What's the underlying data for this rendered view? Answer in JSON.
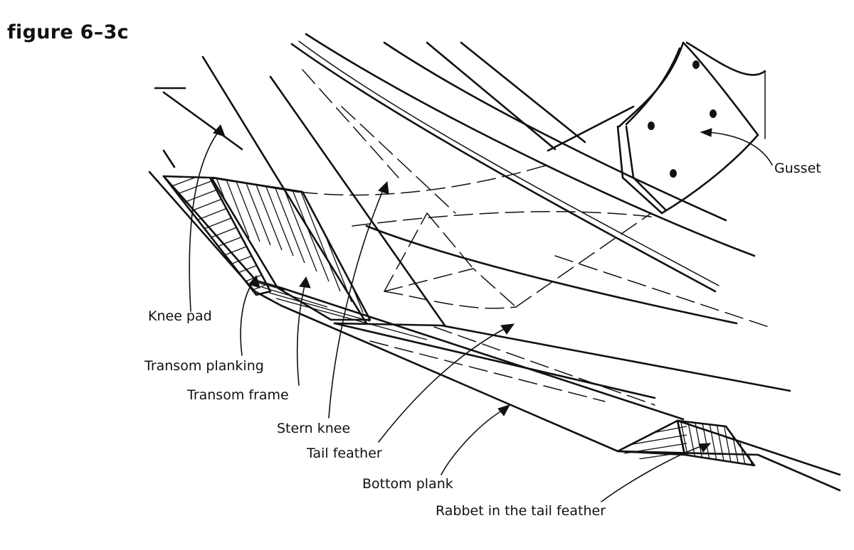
{
  "figure": {
    "title": "figure 6–3c"
  },
  "labels": {
    "gusset": "Gusset",
    "knee_pad": "Knee pad",
    "transom_planking": "Transom planking",
    "transom_frame": "Transom frame",
    "stern_knee": "Stern knee",
    "tail_feather": "Tail feather",
    "bottom_plank": "Bottom plank",
    "rabbet": "Rabbet in the tail feather"
  },
  "colors": {
    "ink": "#111111",
    "paper": "#ffffff"
  }
}
